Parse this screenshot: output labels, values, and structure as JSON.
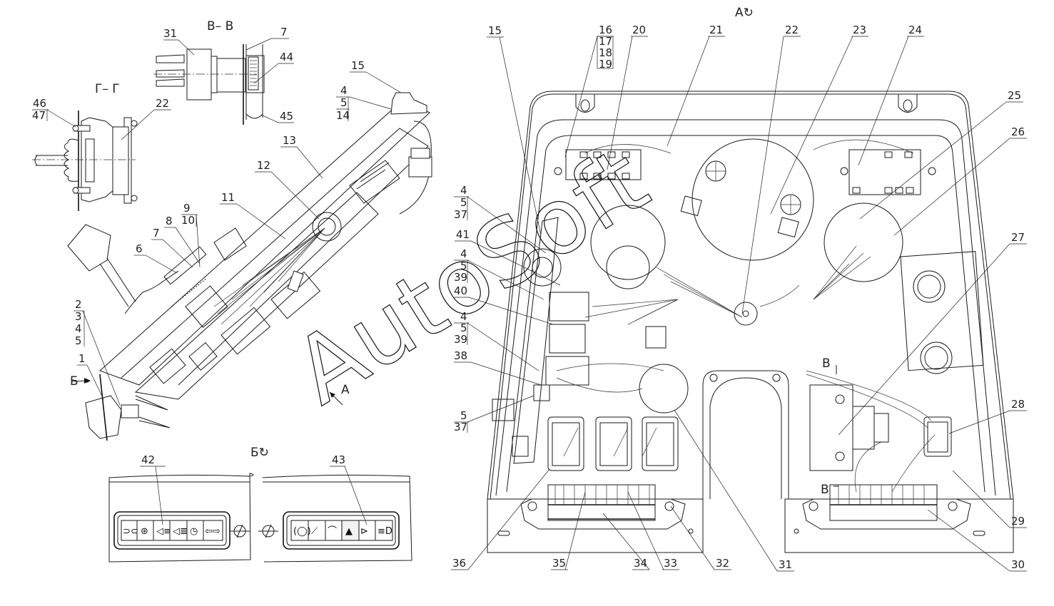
{
  "drawing": {
    "title": "Instrument panel assembly",
    "views": {
      "section_v": "В– В",
      "section_g": "Г– Г",
      "view_a": "А↻",
      "view_b": "Б↻",
      "arrow_a": "А",
      "arrow_b": "Б",
      "cut_v_top": "В",
      "cut_v_bottom": "В"
    },
    "watermark": "AutoSoft",
    "section_v_labels": [
      "31",
      "7",
      "44",
      "45"
    ],
    "section_g_labels": [
      "46",
      "47",
      "22"
    ],
    "side_view_labels": [
      "15",
      "4",
      "5",
      "14",
      "13",
      "12",
      "11",
      "9",
      "10",
      "8",
      "7",
      "6",
      "2",
      "3",
      "4",
      "5",
      "1"
    ],
    "view_a_top_labels": [
      "15",
      "16",
      "17",
      "18",
      "19",
      "20",
      "21",
      "22",
      "23",
      "24",
      "25",
      "26",
      "27"
    ],
    "view_a_left_labels": [
      "4",
      "5",
      "37",
      "41",
      "4",
      "5",
      "39",
      "40",
      "4",
      "5",
      "39",
      "38",
      "5",
      "37"
    ],
    "view_a_right_labels": [
      "28",
      "29",
      "30"
    ],
    "view_a_bottom_labels": [
      "36",
      "35",
      "34",
      "33",
      "32",
      "31"
    ],
    "view_b_labels": [
      "42",
      "43"
    ],
    "switch_block_42_icons": [
      "parking-lights-icon",
      "rear-fog-light-icon",
      "low-beam-icon",
      "high-beam-icon",
      "gauge-icon",
      "turn-signal-icon"
    ],
    "switch_block_43_icons": [
      "brake-icon",
      "work-light-icon",
      "wiper-washer-icon",
      "fan-hazard-icon",
      "horn-icon",
      "headlight-icon"
    ]
  }
}
